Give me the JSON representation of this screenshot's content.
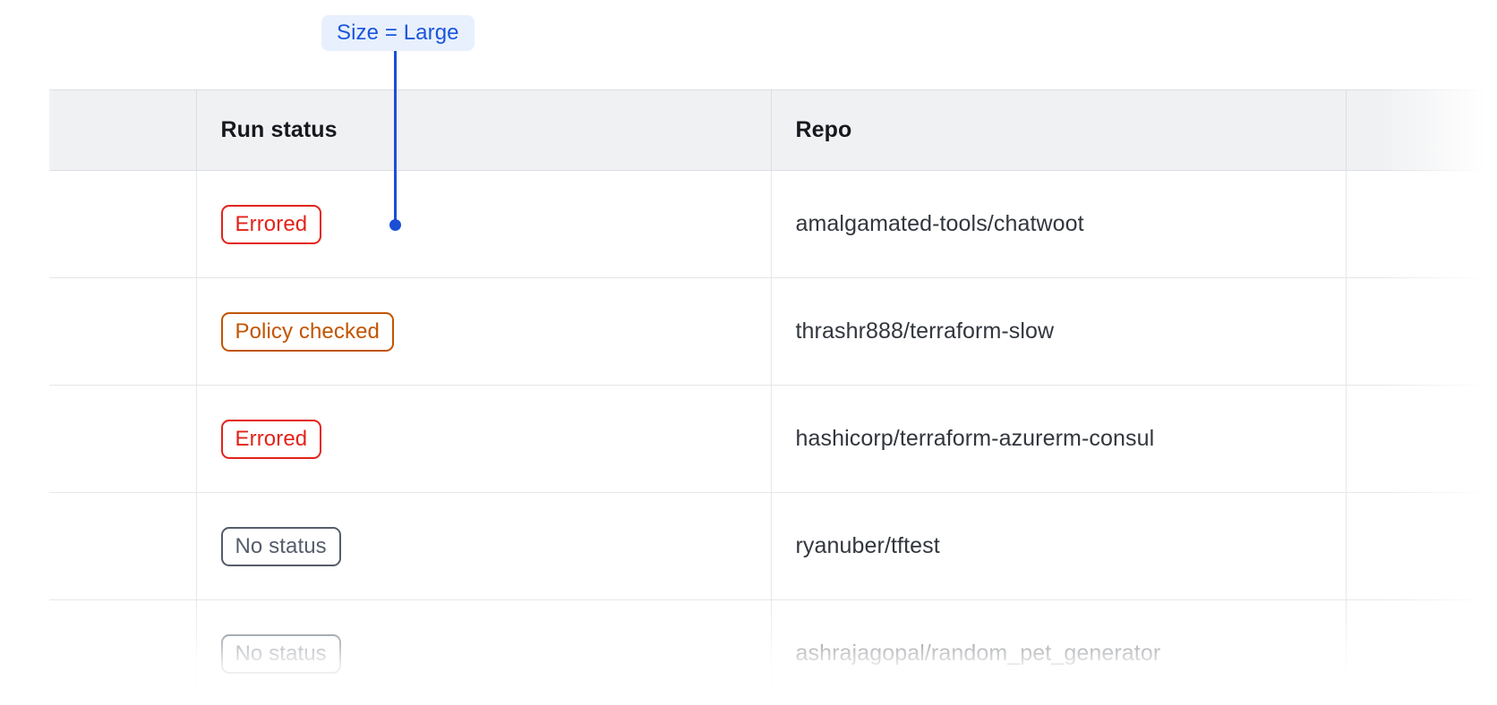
{
  "annotation": {
    "label": "Size = Large",
    "accent_color": "#1a4fd6",
    "badge_bg": "#e8f0fe",
    "badge_text_color": "#1a56db"
  },
  "table": {
    "columns": [
      {
        "key": "spacer",
        "label": ""
      },
      {
        "key": "run_status",
        "label": "Run status"
      },
      {
        "key": "repo",
        "label": "Repo"
      },
      {
        "key": "tail",
        "label": ""
      }
    ],
    "header_bg": "#f0f1f3",
    "rows": [
      {
        "status": "Errored",
        "status_variant": "errored",
        "repo": "amalgamated-tools/chatwoot"
      },
      {
        "status": "Policy checked",
        "status_variant": "policy-checked",
        "repo": "thrashr888/terraform-slow"
      },
      {
        "status": "Errored",
        "status_variant": "errored",
        "repo": "hashicorp/terraform-azurerm-consul"
      },
      {
        "status": "No status",
        "status_variant": "no-status",
        "repo": "ryanuber/tftest"
      },
      {
        "status": "No status",
        "status_variant": "no-status",
        "repo": "ashrajagopal/random_pet_generator"
      }
    ],
    "status_colors": {
      "errored": "#e2231a",
      "policy-checked": "#c25400",
      "no-status": "#565c6b"
    }
  }
}
